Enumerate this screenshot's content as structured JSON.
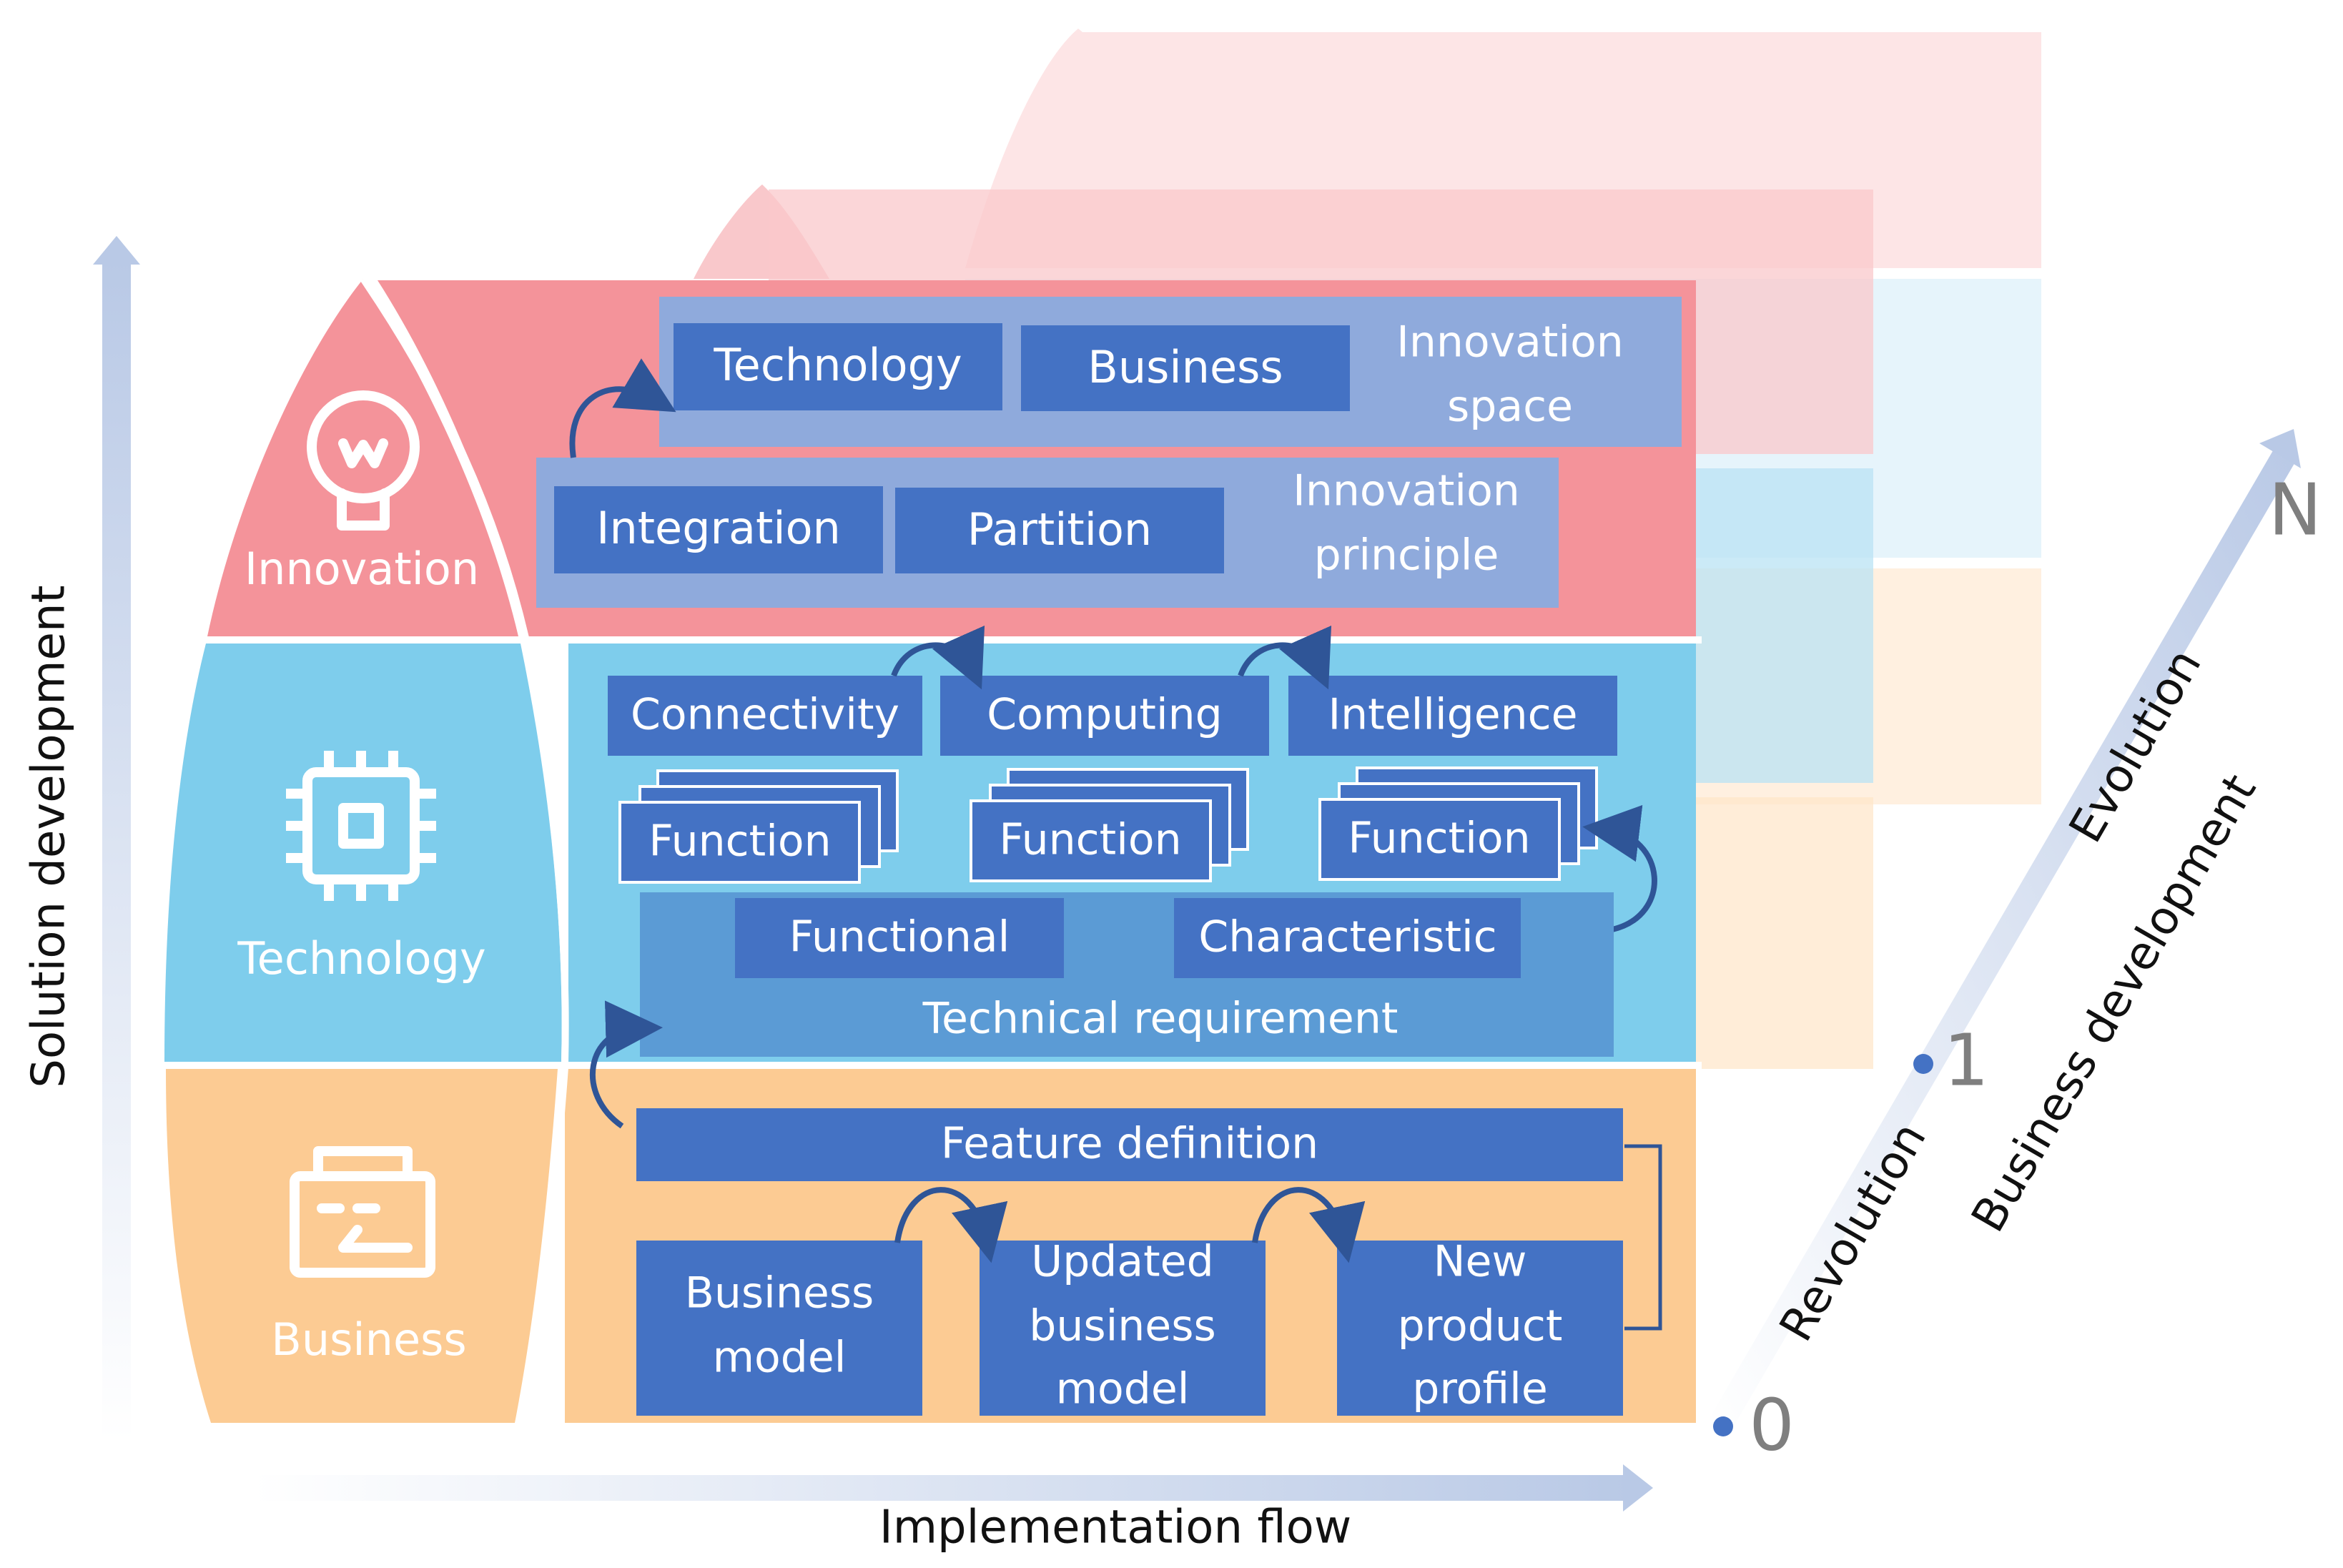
{
  "axes": {
    "vertical_label": "Solution development",
    "horizontal_label": "Implementation flow",
    "diagonal_label": "Business development",
    "diagonal_lower_label": "Revolution",
    "diagonal_upper_label": "Evolution",
    "marks": [
      "0",
      "1",
      "N"
    ]
  },
  "layers": {
    "innovation": {
      "label": "Innovation",
      "icon": "lightbulb-icon",
      "space_boxes": [
        "Technology",
        "Business"
      ],
      "space_label_line1": "Innovation",
      "space_label_line2": "space",
      "principle_boxes": [
        "Integration",
        "Partition"
      ],
      "principle_label_line1": "Innovation",
      "principle_label_line2": "principle"
    },
    "technology": {
      "label": "Technology",
      "icon": "chip-icon",
      "top_boxes": [
        "Connectivity",
        "Computing",
        "Intelligence"
      ],
      "function_boxes": [
        "Function",
        "Function",
        "Function"
      ],
      "requirement_boxes": [
        "Functional",
        "Characteristic"
      ],
      "requirement_label": "Technical requirement"
    },
    "business": {
      "label": "Business",
      "icon": "wallet-icon",
      "feature_label": "Feature definition",
      "box1_line1": "Business",
      "box1_line2": "model",
      "box2_line1": "Updated",
      "box2_line2": "business",
      "box2_line3": "model",
      "box3_line1": "New",
      "box3_line2": "product",
      "box3_line3": "profile"
    }
  },
  "colors": {
    "innovation": "#f4939a",
    "technology": "#7ecdec",
    "business": "#fccb93",
    "box_dark": "#4472c4",
    "box_mid": "#5b9bd5",
    "panel": "#8faadc"
  }
}
